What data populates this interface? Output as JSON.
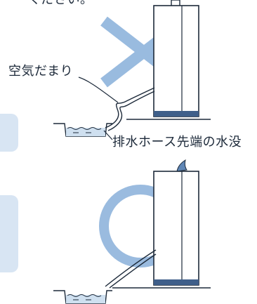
{
  "top_fragment": "ください。",
  "labels": {
    "air_pocket": "空気だまり",
    "hose_submerged": "排水ホース先端の水没"
  },
  "panels": [
    {
      "verdict": "incorrect",
      "mark": "x-mark"
    },
    {
      "verdict": "correct",
      "mark": "circle-mark"
    }
  ],
  "colors": {
    "mark_blue": "#8fb4dc",
    "tab_blue": "#d8e5f3",
    "line": "#1d2a3a",
    "water": "#cfe0f0"
  }
}
